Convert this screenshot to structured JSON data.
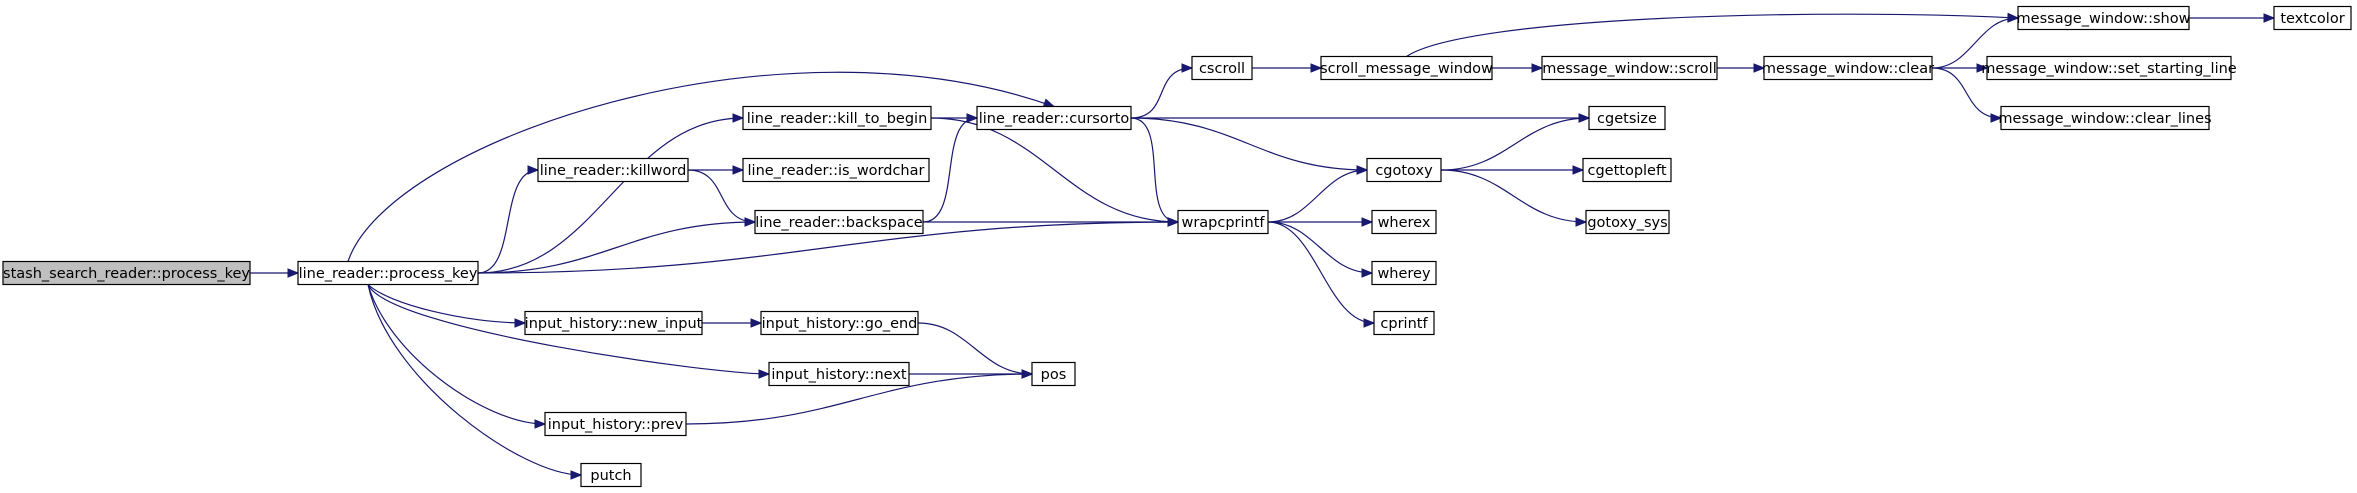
{
  "graph": {
    "edge_color": "#191970",
    "root_fill": "#bfbfbf",
    "nodes": [
      {
        "id": "n0",
        "label": "stash_search_reader::process_key",
        "root": true
      },
      {
        "id": "n1",
        "label": "line_reader::process_key"
      },
      {
        "id": "n2",
        "label": "line_reader::kill_to_begin"
      },
      {
        "id": "n3",
        "label": "line_reader::killword"
      },
      {
        "id": "n4",
        "label": "line_reader::is_wordchar"
      },
      {
        "id": "n5",
        "label": "line_reader::backspace"
      },
      {
        "id": "n6",
        "label": "input_history::new_input"
      },
      {
        "id": "n7",
        "label": "input_history::go_end"
      },
      {
        "id": "n8",
        "label": "input_history::next"
      },
      {
        "id": "n9",
        "label": "input_history::prev"
      },
      {
        "id": "n10",
        "label": "putch"
      },
      {
        "id": "n11",
        "label": "line_reader::cursorto"
      },
      {
        "id": "n12",
        "label": "pos"
      },
      {
        "id": "n13",
        "label": "cscroll"
      },
      {
        "id": "n14",
        "label": "wrapcprintf"
      },
      {
        "id": "n15",
        "label": "scroll_message_window"
      },
      {
        "id": "n16",
        "label": "cgotoxy"
      },
      {
        "id": "n17",
        "label": "wherex"
      },
      {
        "id": "n18",
        "label": "wherey"
      },
      {
        "id": "n19",
        "label": "cprintf"
      },
      {
        "id": "n20",
        "label": "message_window::scroll"
      },
      {
        "id": "n21",
        "label": "cgetsize"
      },
      {
        "id": "n22",
        "label": "cgettopleft"
      },
      {
        "id": "n23",
        "label": "gotoxy_sys"
      },
      {
        "id": "n24",
        "label": "message_window::clear"
      },
      {
        "id": "n25",
        "label": "message_window::show"
      },
      {
        "id": "n26",
        "label": "message_window::set_starting_line"
      },
      {
        "id": "n27",
        "label": "message_window::clear_lines"
      },
      {
        "id": "n28",
        "label": "textcolor"
      }
    ],
    "edges": [
      [
        "n0",
        "n1"
      ],
      [
        "n1",
        "n11"
      ],
      [
        "n1",
        "n2"
      ],
      [
        "n1",
        "n3"
      ],
      [
        "n1",
        "n5"
      ],
      [
        "n1",
        "n14"
      ],
      [
        "n1",
        "n6"
      ],
      [
        "n1",
        "n8"
      ],
      [
        "n1",
        "n9"
      ],
      [
        "n1",
        "n10"
      ],
      [
        "n2",
        "n11"
      ],
      [
        "n2",
        "n14"
      ],
      [
        "n3",
        "n4"
      ],
      [
        "n3",
        "n5"
      ],
      [
        "n5",
        "n11"
      ],
      [
        "n5",
        "n14"
      ],
      [
        "n6",
        "n7"
      ],
      [
        "n7",
        "n12"
      ],
      [
        "n8",
        "n12"
      ],
      [
        "n9",
        "n12"
      ],
      [
        "n11",
        "n13"
      ],
      [
        "n11",
        "n21"
      ],
      [
        "n11",
        "n16"
      ],
      [
        "n11",
        "n14"
      ],
      [
        "n13",
        "n15"
      ],
      [
        "n15",
        "n25"
      ],
      [
        "n15",
        "n20"
      ],
      [
        "n20",
        "n24"
      ],
      [
        "n24",
        "n25"
      ],
      [
        "n24",
        "n26"
      ],
      [
        "n24",
        "n27"
      ],
      [
        "n25",
        "n28"
      ],
      [
        "n14",
        "n16"
      ],
      [
        "n14",
        "n17"
      ],
      [
        "n14",
        "n18"
      ],
      [
        "n14",
        "n19"
      ],
      [
        "n16",
        "n21"
      ],
      [
        "n16",
        "n22"
      ],
      [
        "n16",
        "n23"
      ]
    ]
  }
}
